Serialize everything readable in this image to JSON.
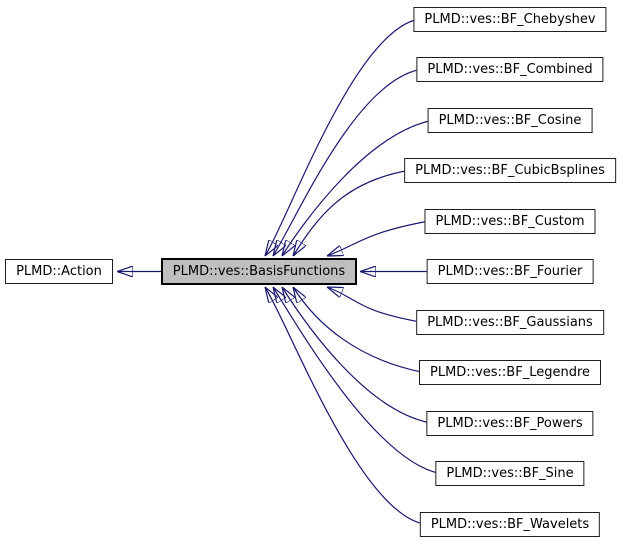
{
  "diagram": {
    "kind": "class-inheritance-graph",
    "base_node": {
      "label": "PLMD::Action"
    },
    "focus_node": {
      "label": "PLMD::ves::BasisFunctions"
    },
    "derived_nodes": [
      {
        "label": "PLMD::ves::BF_Chebyshev"
      },
      {
        "label": "PLMD::ves::BF_Combined"
      },
      {
        "label": "PLMD::ves::BF_Cosine"
      },
      {
        "label": "PLMD::ves::BF_CubicBsplines"
      },
      {
        "label": "PLMD::ves::BF_Custom"
      },
      {
        "label": "PLMD::ves::BF_Fourier"
      },
      {
        "label": "PLMD::ves::BF_Gaussians"
      },
      {
        "label": "PLMD::ves::BF_Legendre"
      },
      {
        "label": "PLMD::ves::BF_Powers"
      },
      {
        "label": "PLMD::ves::BF_Sine"
      },
      {
        "label": "PLMD::ves::BF_Wavelets"
      }
    ],
    "colors": {
      "edge": "#191970",
      "node_fill": "#ffffff",
      "node_border": "#1f1f1f",
      "focus_fill": "#bfbfbf",
      "focus_border": "#000000",
      "text": "#000000",
      "background": "#ffffff"
    }
  }
}
